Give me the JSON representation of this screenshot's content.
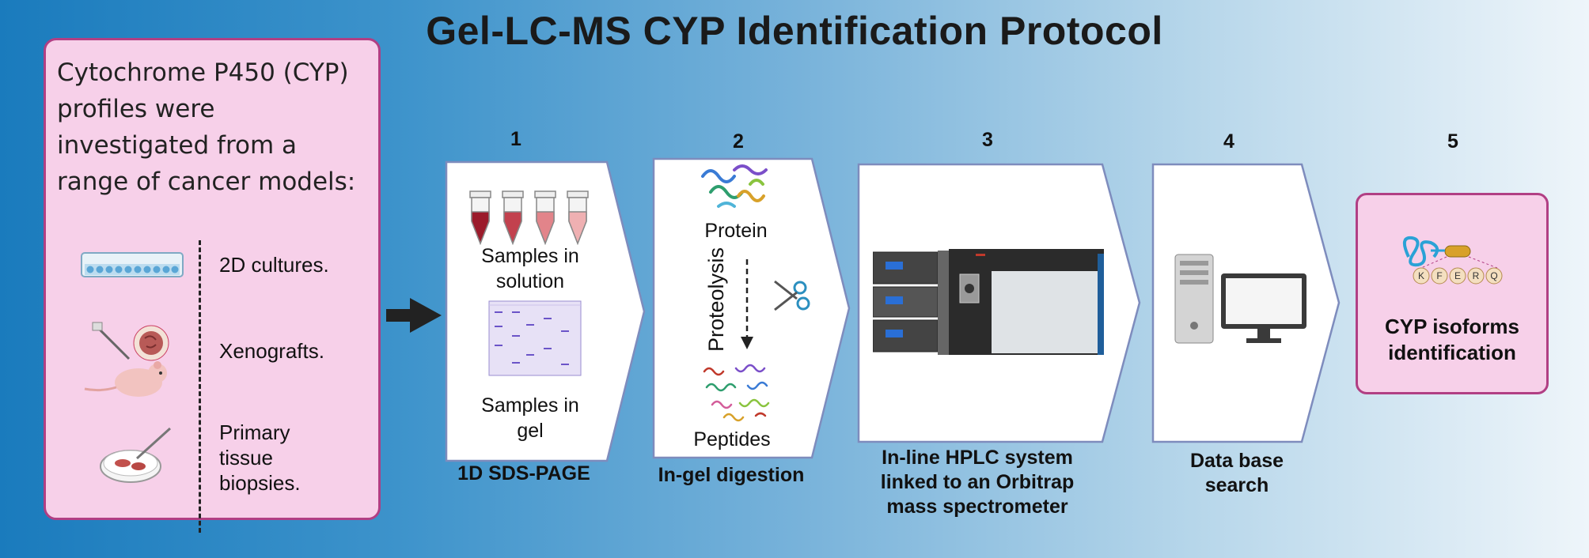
{
  "title": "Gel-LC-MS CYP Identification Protocol",
  "intro": {
    "text": "Cytochrome P450 (CYP) profiles were investigated from a range of cancer models:",
    "models": [
      {
        "label": "2D cultures.",
        "icon": "cell-culture-plate-icon"
      },
      {
        "label": "Xenografts.",
        "icon": "mouse-xenograft-icon"
      },
      {
        "label": "Primary tissue biopsies.",
        "icon": "petri-dish-biopsy-icon"
      }
    ]
  },
  "steps": [
    {
      "number": "1",
      "label": "1D SDS-PAGE",
      "texts": [
        "Samples in solution",
        "Samples in gel"
      ]
    },
    {
      "number": "2",
      "label": "In-gel digestion",
      "texts": [
        "Protein",
        "Proteolysis",
        "Peptides"
      ]
    },
    {
      "number": "3",
      "label": "In-line HPLC system linked to an Orbitrap mass spectrometer"
    },
    {
      "number": "4",
      "label": "Data base search"
    },
    {
      "number": "5",
      "label": "CYP isoforms identification",
      "peptide_letters": [
        "K",
        "F",
        "E",
        "R",
        "Q"
      ]
    }
  ],
  "colors": {
    "panel_fill": "#f7d0e9",
    "panel_border": "#b13f84",
    "step_border": "#7e8cbd",
    "tube_dark": "#9b1b2b",
    "gel_band": "#6b54c8"
  }
}
